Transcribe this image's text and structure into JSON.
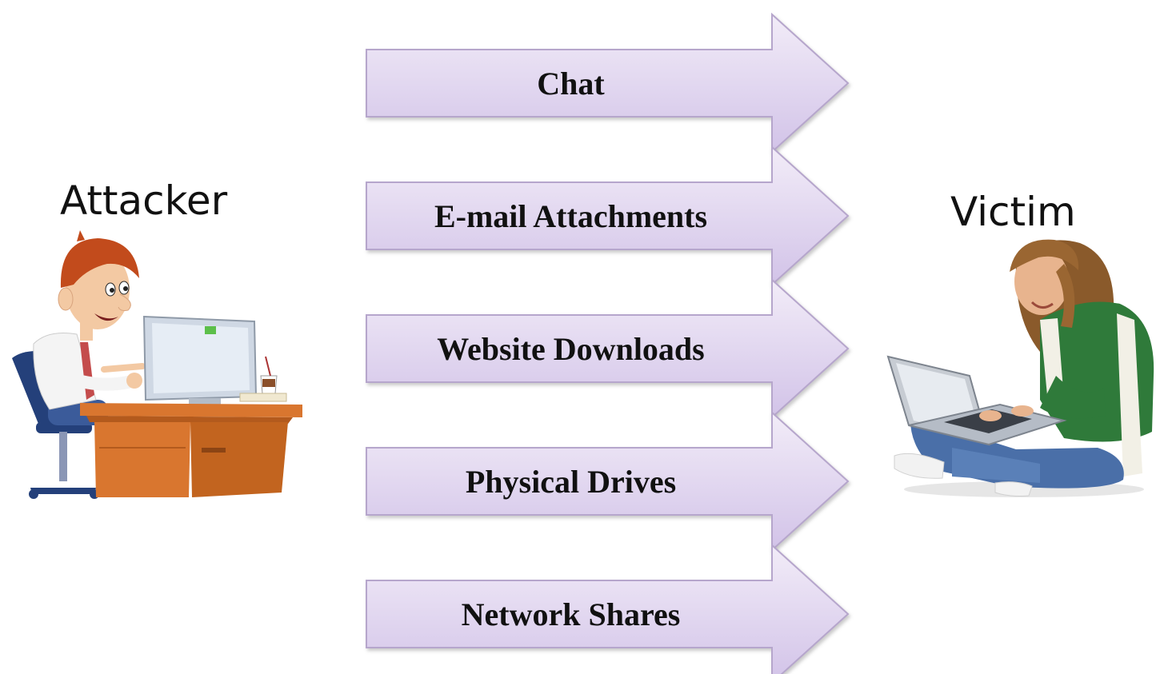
{
  "attacker": {
    "label": "Attacker"
  },
  "victim": {
    "label": "Victim"
  },
  "channels": [
    {
      "label": "Chat"
    },
    {
      "label": "E-mail Attachments"
    },
    {
      "label": "Website Downloads"
    },
    {
      "label": "Physical Drives"
    },
    {
      "label": "Network Shares"
    }
  ],
  "colors": {
    "arrow_fill_top": "#f2ecf8",
    "arrow_fill_bottom": "#d2c3e8",
    "arrow_stroke": "#b6a6cc"
  }
}
